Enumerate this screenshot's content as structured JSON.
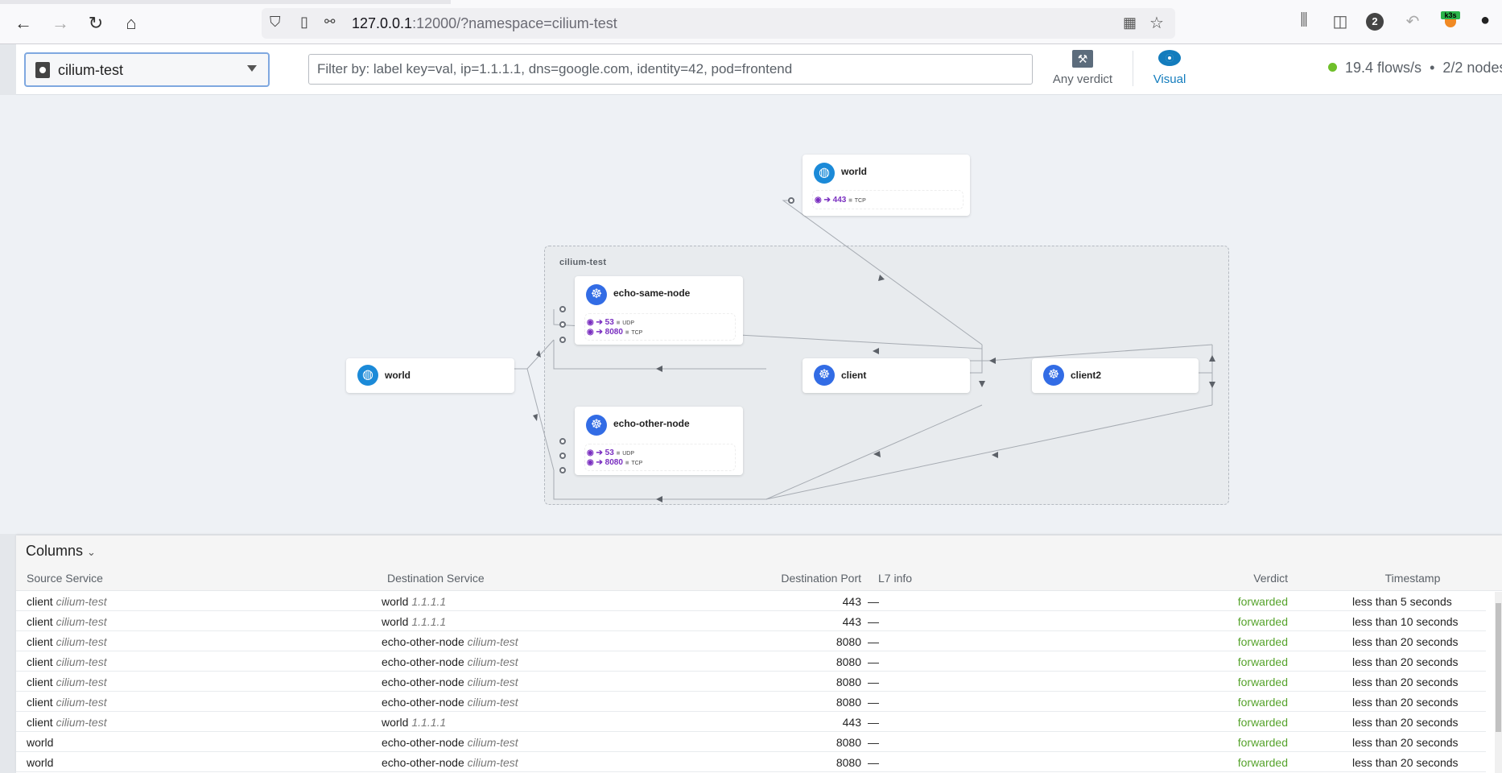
{
  "browser": {
    "url_host": "127.0.0.1",
    "url_rest": ":12000/?namespace=cilium-test",
    "badge_count": "2",
    "extension_label": "k3s"
  },
  "header": {
    "namespace": "cilium-test",
    "filter_placeholder": "Filter by: label key=val, ip=1.1.1.1, dns=google.com, identity=42, pod=frontend",
    "verdict_label": "Any verdict",
    "visual_label": "Visual",
    "flows": "19.4 flows/s",
    "sep": "•",
    "nodes": "2/2 nodes",
    "status_color": "#6fbf2a",
    "accent": "#137cbd"
  },
  "graph": {
    "namespace_box": "cilium-test",
    "cards": {
      "world_top": {
        "name": "world",
        "ports": [
          {
            "port": "443",
            "proto": "TCP"
          }
        ]
      },
      "echo_same": {
        "name": "echo-same-node",
        "ports": [
          {
            "port": "53",
            "proto": "UDP"
          },
          {
            "port": "8080",
            "proto": "TCP"
          }
        ]
      },
      "world_left": {
        "name": "world"
      },
      "client": {
        "name": "client"
      },
      "client2": {
        "name": "client2"
      },
      "echo_other": {
        "name": "echo-other-node",
        "ports": [
          {
            "port": "53",
            "proto": "UDP"
          },
          {
            "port": "8080",
            "proto": "TCP"
          }
        ]
      }
    }
  },
  "table": {
    "columns_label": "Columns",
    "headers": [
      "Source Service",
      "Destination Service",
      "Destination Port",
      "L7 info",
      "Verdict",
      "Timestamp"
    ],
    "rows": [
      {
        "src": "client",
        "src_ns": "cilium-test",
        "dst": "world",
        "dst_ns": "1.1.1.1",
        "port": "443",
        "l7": "—",
        "verdict": "forwarded",
        "ts": "less than 5 seconds"
      },
      {
        "src": "client",
        "src_ns": "cilium-test",
        "dst": "world",
        "dst_ns": "1.1.1.1",
        "port": "443",
        "l7": "—",
        "verdict": "forwarded",
        "ts": "less than 10 seconds"
      },
      {
        "src": "client",
        "src_ns": "cilium-test",
        "dst": "echo-other-node",
        "dst_ns": "cilium-test",
        "port": "8080",
        "l7": "—",
        "verdict": "forwarded",
        "ts": "less than 20 seconds"
      },
      {
        "src": "client",
        "src_ns": "cilium-test",
        "dst": "echo-other-node",
        "dst_ns": "cilium-test",
        "port": "8080",
        "l7": "—",
        "verdict": "forwarded",
        "ts": "less than 20 seconds"
      },
      {
        "src": "client",
        "src_ns": "cilium-test",
        "dst": "echo-other-node",
        "dst_ns": "cilium-test",
        "port": "8080",
        "l7": "—",
        "verdict": "forwarded",
        "ts": "less than 20 seconds"
      },
      {
        "src": "client",
        "src_ns": "cilium-test",
        "dst": "echo-other-node",
        "dst_ns": "cilium-test",
        "port": "8080",
        "l7": "—",
        "verdict": "forwarded",
        "ts": "less than 20 seconds"
      },
      {
        "src": "client",
        "src_ns": "cilium-test",
        "dst": "world",
        "dst_ns": "1.1.1.1",
        "port": "443",
        "l7": "—",
        "verdict": "forwarded",
        "ts": "less than 20 seconds"
      },
      {
        "src": "world",
        "src_ns": "",
        "dst": "echo-other-node",
        "dst_ns": "cilium-test",
        "port": "8080",
        "l7": "—",
        "verdict": "forwarded",
        "ts": "less than 20 seconds"
      },
      {
        "src": "world",
        "src_ns": "",
        "dst": "echo-other-node",
        "dst_ns": "cilium-test",
        "port": "8080",
        "l7": "—",
        "verdict": "forwarded",
        "ts": "less than 20 seconds"
      }
    ]
  }
}
